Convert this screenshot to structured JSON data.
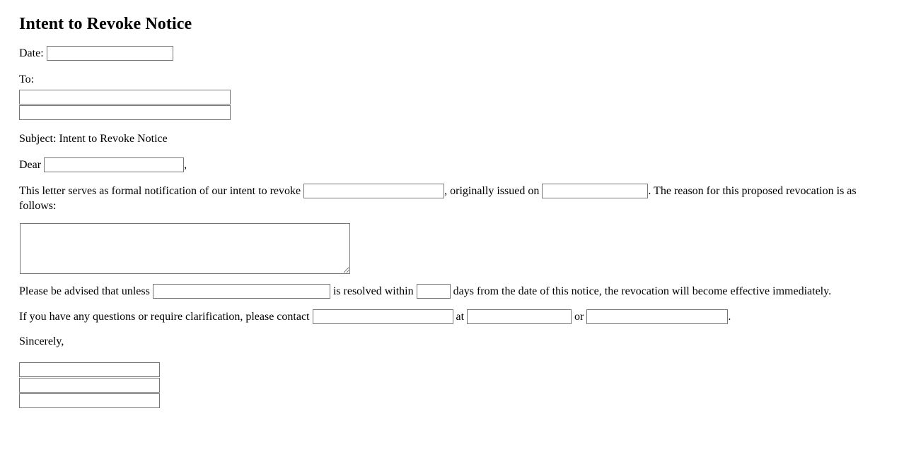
{
  "document": {
    "title": "Intent to Revoke Notice",
    "date_label": "Date:",
    "to_label": "To:",
    "subject_line": "Subject: Intent to Revoke Notice",
    "salutation_prefix": "Dear",
    "salutation_suffix": ",",
    "body_part_1": "This letter serves as formal notification of our intent to revoke",
    "body_part_2": ", originally issued on",
    "body_part_3": ". The reason for this proposed revocation is as follows:",
    "advisory_part_1": "Please be advised that unless",
    "advisory_part_2": "is resolved within",
    "advisory_part_3": "days from the date of this notice, the revocation will become effective immediately.",
    "contact_part_1": "If you have any questions or require clarification, please contact",
    "contact_part_2": "at",
    "contact_part_3": "or",
    "contact_part_4": ".",
    "closing": "Sincerely,"
  },
  "fields": {
    "date": {
      "value": "",
      "placeholder": ""
    },
    "to_line_1": {
      "value": "",
      "placeholder": ""
    },
    "to_line_2": {
      "value": "",
      "placeholder": ""
    },
    "recipient_name": {
      "value": "",
      "placeholder": ""
    },
    "revoked_item": {
      "value": "",
      "placeholder": ""
    },
    "issue_date": {
      "value": "",
      "placeholder": ""
    },
    "reason_text": {
      "value": "",
      "placeholder": ""
    },
    "condition": {
      "value": "",
      "placeholder": ""
    },
    "days": {
      "value": "",
      "placeholder": ""
    },
    "contact_name": {
      "value": "",
      "placeholder": ""
    },
    "contact_phone": {
      "value": "",
      "placeholder": ""
    },
    "contact_email": {
      "value": "",
      "placeholder": ""
    },
    "signature_name": {
      "value": "",
      "placeholder": ""
    },
    "signature_title": {
      "value": "",
      "placeholder": ""
    },
    "signature_org": {
      "value": "",
      "placeholder": ""
    }
  },
  "colors": {
    "page_background": "#ffffff",
    "text": "#000000",
    "field_border": "#767676"
  }
}
